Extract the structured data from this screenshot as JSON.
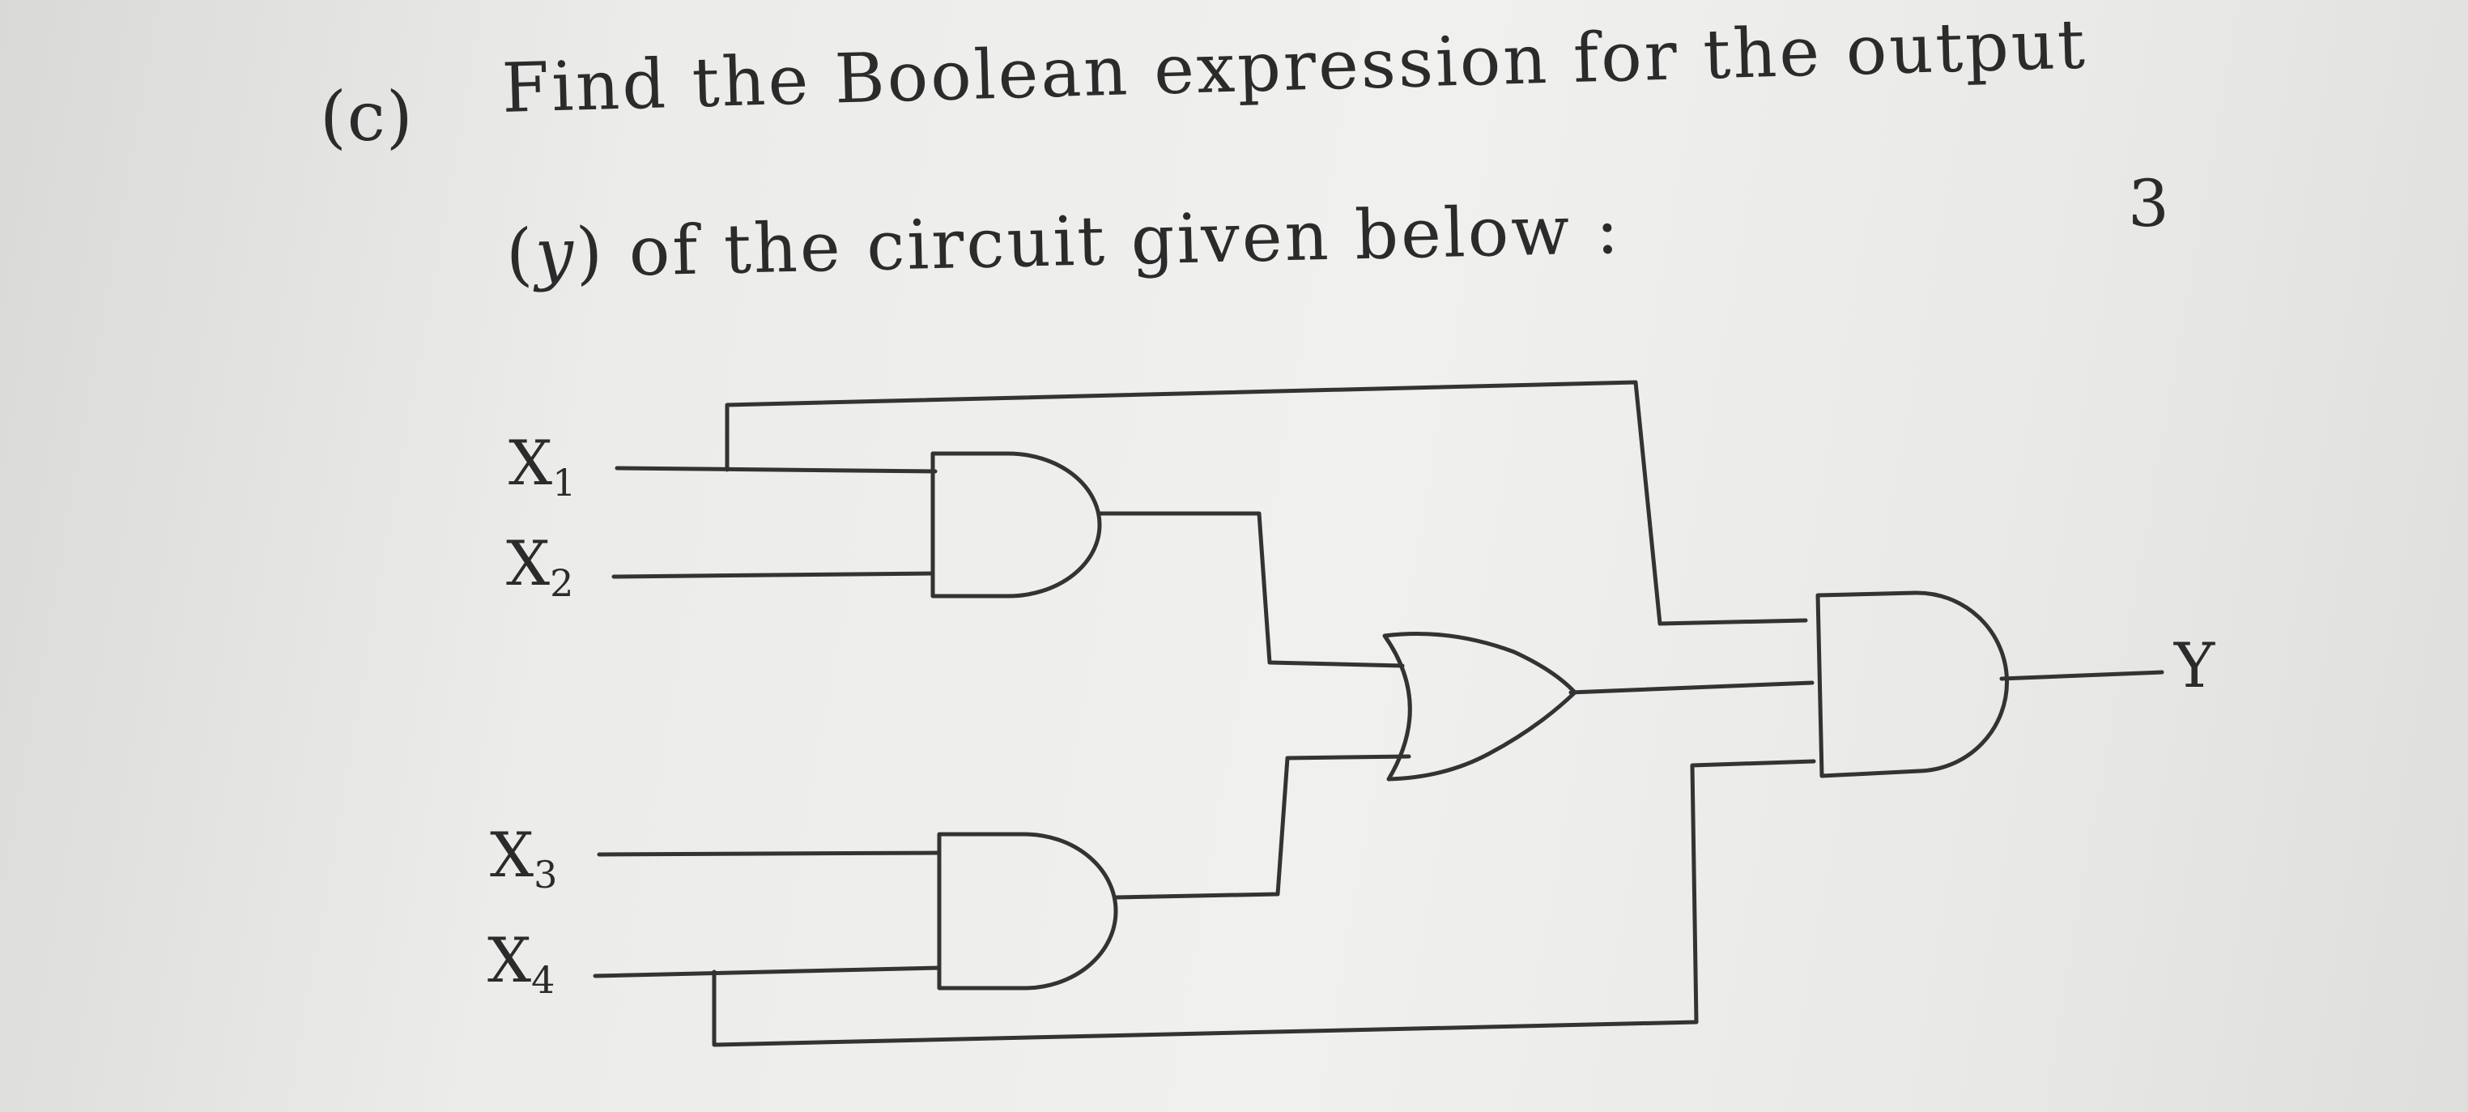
{
  "question": {
    "label": "(c)",
    "line1": "Find the Boolean expression for the output",
    "line2_open": "(",
    "line2_var": "y",
    "line2_rest": ") of the circuit given below :",
    "marks": "3"
  },
  "circuit": {
    "inputs": [
      {
        "letter": "X",
        "sub": "1"
      },
      {
        "letter": "X",
        "sub": "2"
      },
      {
        "letter": "X",
        "sub": "3"
      },
      {
        "letter": "X",
        "sub": "4"
      }
    ],
    "output": "Y",
    "gates": [
      {
        "id": "and1",
        "type": "AND",
        "inputs": [
          "X1",
          "X2"
        ]
      },
      {
        "id": "and2",
        "type": "AND",
        "inputs": [
          "X3",
          "X4"
        ]
      },
      {
        "id": "or1",
        "type": "OR",
        "inputs": [
          "and1",
          "and2"
        ]
      },
      {
        "id": "and3",
        "type": "AND",
        "inputs": [
          "X1",
          "or1",
          "X4"
        ],
        "output": "Y"
      }
    ]
  }
}
